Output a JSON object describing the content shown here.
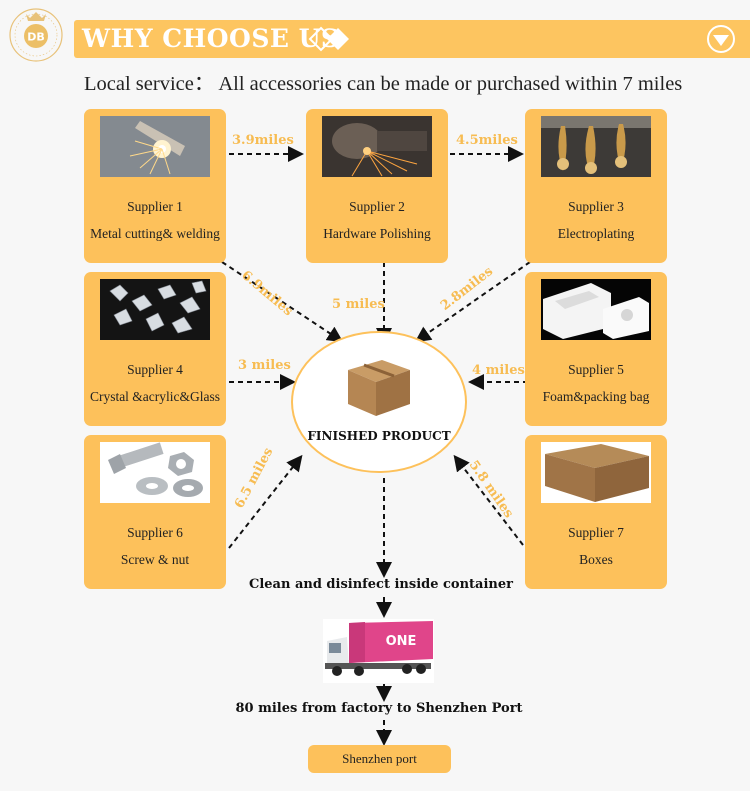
{
  "header": {
    "logo_text": "DB",
    "title": "WHY CHOOSE US",
    "subtitle": "Local service：  All accessories can be made or purchased within  7 miles"
  },
  "suppliers": [
    {
      "name": "Supplier 1",
      "desc": "Metal cutting& welding"
    },
    {
      "name": "Supplier 2",
      "desc": "Hardware Polishing"
    },
    {
      "name": "Supplier 3",
      "desc": "Electroplating"
    },
    {
      "name": "Supplier 4",
      "desc": "Crystal &acrylic&Glass"
    },
    {
      "name": "Supplier 5",
      "desc": "Foam&packing bag"
    },
    {
      "name": "Supplier 6",
      "desc": "Screw & nut"
    },
    {
      "name": "Supplier 7",
      "desc": "Boxes"
    }
  ],
  "distances": {
    "s1_s2": "3.9miles",
    "s2_s3": "4.5miles",
    "s1_center": "6.9miles",
    "s2_center": "5 miles",
    "s3_center": "2.8miles",
    "s4_center": "3 miles",
    "s5_center": "4 miles",
    "s6_center": "6.5 miles",
    "s7_center": "5.8 miles"
  },
  "center": {
    "label": "FINISHED PRODUCT"
  },
  "flow": {
    "clean": "Clean and disinfect inside container",
    "truck_text": "ONE",
    "to_port": "80 miles from factory to Shenzhen Port",
    "port": "Shenzhen port"
  },
  "colors": {
    "accent": "#fdc15b",
    "label": "#f7bc52",
    "background": "#f7f7f7"
  }
}
